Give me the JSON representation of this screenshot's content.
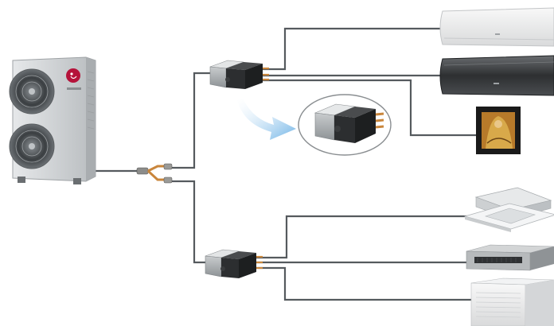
{
  "diagram": {
    "outdoor_unit": {
      "brand_logo_text": "LG",
      "icon": "outdoor-condenser-unit"
    },
    "branch_distributors": [
      {
        "icon": "branch-distribution-box",
        "position": "upper"
      },
      {
        "icon": "branch-distribution-box",
        "position": "lower"
      }
    ],
    "zoom_callout": {
      "icon": "branch-distribution-box-detail",
      "arrow_color": "#6fb3e6"
    },
    "indoor_units": [
      {
        "icon": "wall-mounted-unit-white"
      },
      {
        "icon": "wall-mounted-unit-dark"
      },
      {
        "icon": "art-cool-gallery-frame"
      },
      {
        "icon": "ceiling-cassette-unit"
      },
      {
        "icon": "ducted-unit"
      },
      {
        "icon": "floor-standing-console"
      }
    ],
    "colors": {
      "pipe": "#555a5e",
      "unit_body": "#d7d9db",
      "dark_panel": "#2c2e30",
      "lg_red": "#b5123a",
      "copper": "#c9863c"
    }
  }
}
